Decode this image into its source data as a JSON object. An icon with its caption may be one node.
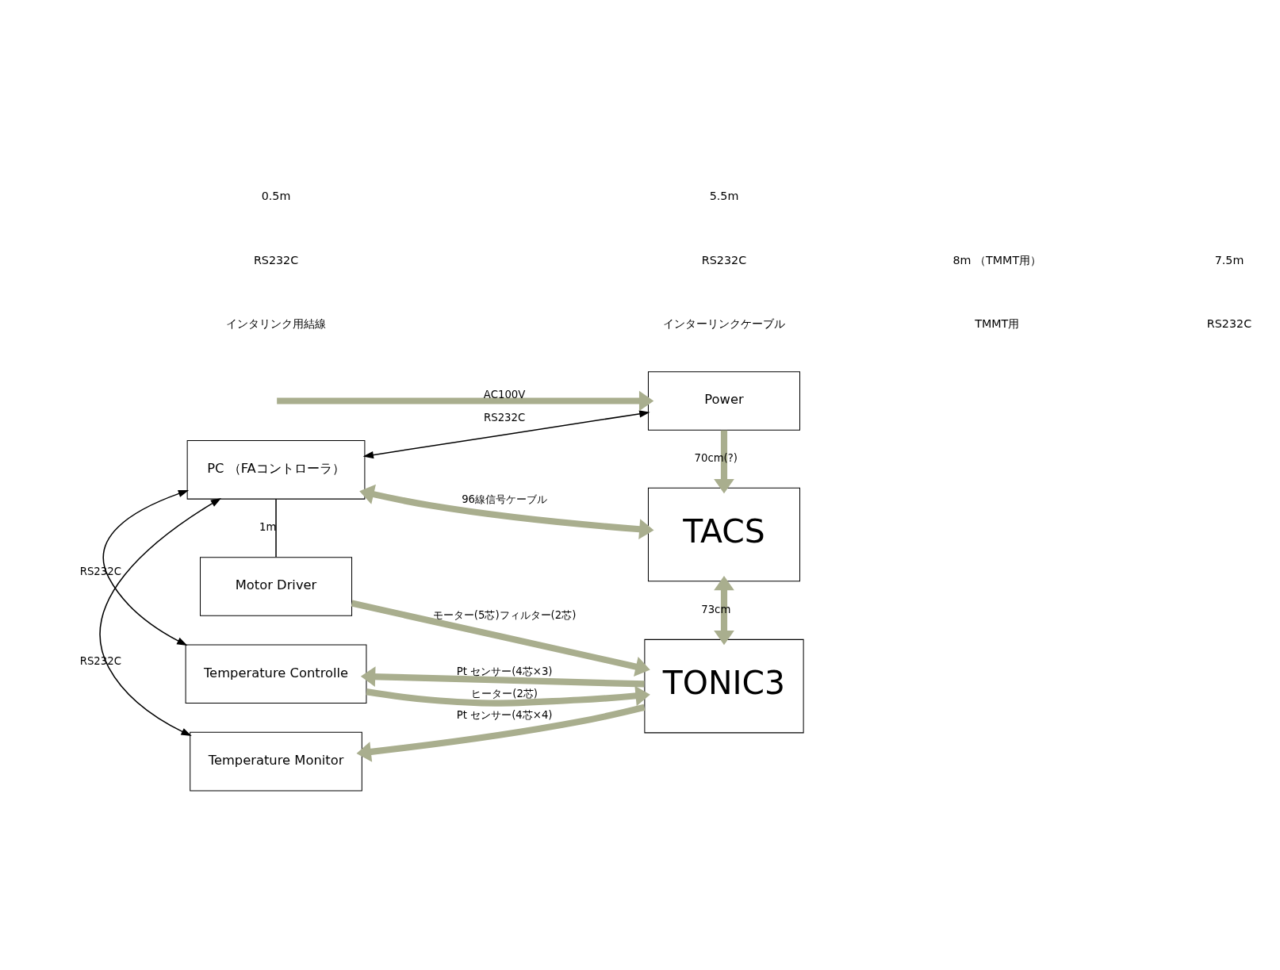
{
  "diagram": {
    "nodes": [
      {
        "text": [
          "PC （FAコントローラ）"
        ]
      },
      {
        "text": [
          "Power"
        ]
      },
      {
        "text": [
          "TACS"
        ]
      },
      {
        "text": [
          "Motor Driver"
        ]
      },
      {
        "text": [
          "TONIC3"
        ]
      },
      {
        "text": [
          "Temperature Controlle"
        ]
      },
      {
        "text": [
          "Temperature Monitor"
        ]
      }
    ],
    "edges": [
      {
        "from": 0,
        "to": 1,
        "arrow": "both",
        "label": "RS232C",
        "color": "#000000"
      },
      {
        "from": null,
        "to": 1,
        "arrow": "to",
        "label": "AC100V"
      },
      {
        "from": 1,
        "to": 2,
        "arrow": "to",
        "label": "70cm(?)"
      },
      {
        "from": 0,
        "to": 2,
        "arrow": "both",
        "label": "96線信号ケーブル"
      },
      {
        "from": 0,
        "to": 6,
        "arrow": "both",
        "label": "RS232C",
        "color": "#000000"
      },
      {
        "from": 0,
        "to": 5,
        "arrow": "both",
        "label": "RS232C",
        "color": "#000000"
      },
      {
        "from": 0,
        "to": 3,
        "arrow": "none",
        "label": "1m",
        "color": "#000000"
      },
      {
        "from": 2,
        "to": 4,
        "arrow": "both",
        "label": "73cm"
      },
      {
        "from": 3,
        "to": 4,
        "arrow": "to",
        "label": "モーター(5芯)フィルター(2芯)"
      },
      {
        "from": 4,
        "to": 5,
        "arrow": "to",
        "label": "Pt センサー(4芯×3)"
      },
      {
        "from": 5,
        "to": 4,
        "arrow": "to",
        "label": "ヒーター(2芯)"
      },
      {
        "from": 4,
        "to": 6,
        "arrow": "to",
        "label": "Pt センサー(4芯×4)"
      }
    ],
    "labels": [
      "インタリンク用結線",
      "インターリンクケーブル",
      "TMMT用",
      "RS232C",
      "RS232C",
      "RS232C",
      "8m （TMMT用）",
      "7.5m",
      "0.5m",
      "5.5m"
    ]
  }
}
